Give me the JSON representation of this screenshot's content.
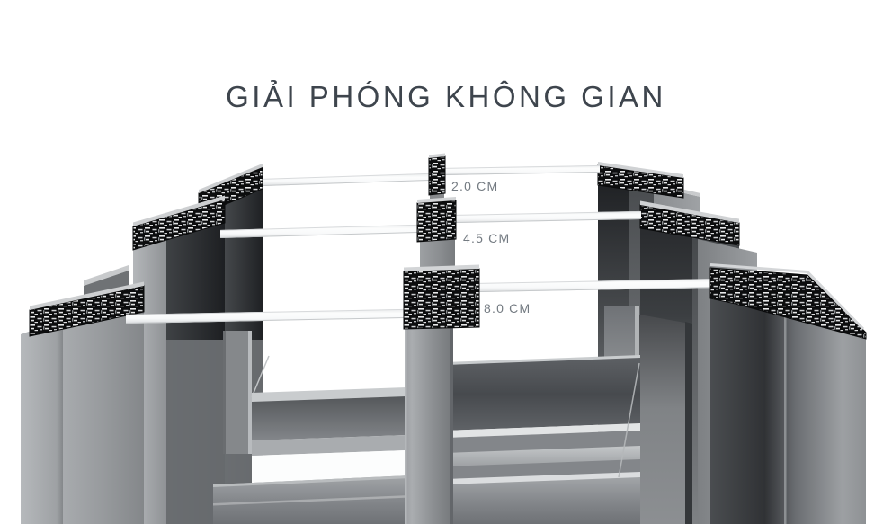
{
  "page": {
    "background_color": "#ffffff"
  },
  "header": {
    "title": "GIẢI PHÓNG KHÔNG GIAN",
    "title_color": "#3e454d"
  },
  "illustration": {
    "description_labels": [
      {
        "id": "2cm",
        "text": "2.0 CM"
      },
      {
        "id": "4-5cm",
        "text": "4.5 CM"
      },
      {
        "id": "8cm",
        "text": "8.0 CM"
      }
    ],
    "label_color": "#747b82",
    "materials": {
      "aluminum_light": "#a7aaad",
      "aluminum_mid": "#8b8e91",
      "aluminum_dark": "#2c2e31",
      "cross_section_black": "#0c0d0e",
      "cut_edge_highlight": "#d2d4d6",
      "glass_white": "#fbfcfd"
    }
  }
}
